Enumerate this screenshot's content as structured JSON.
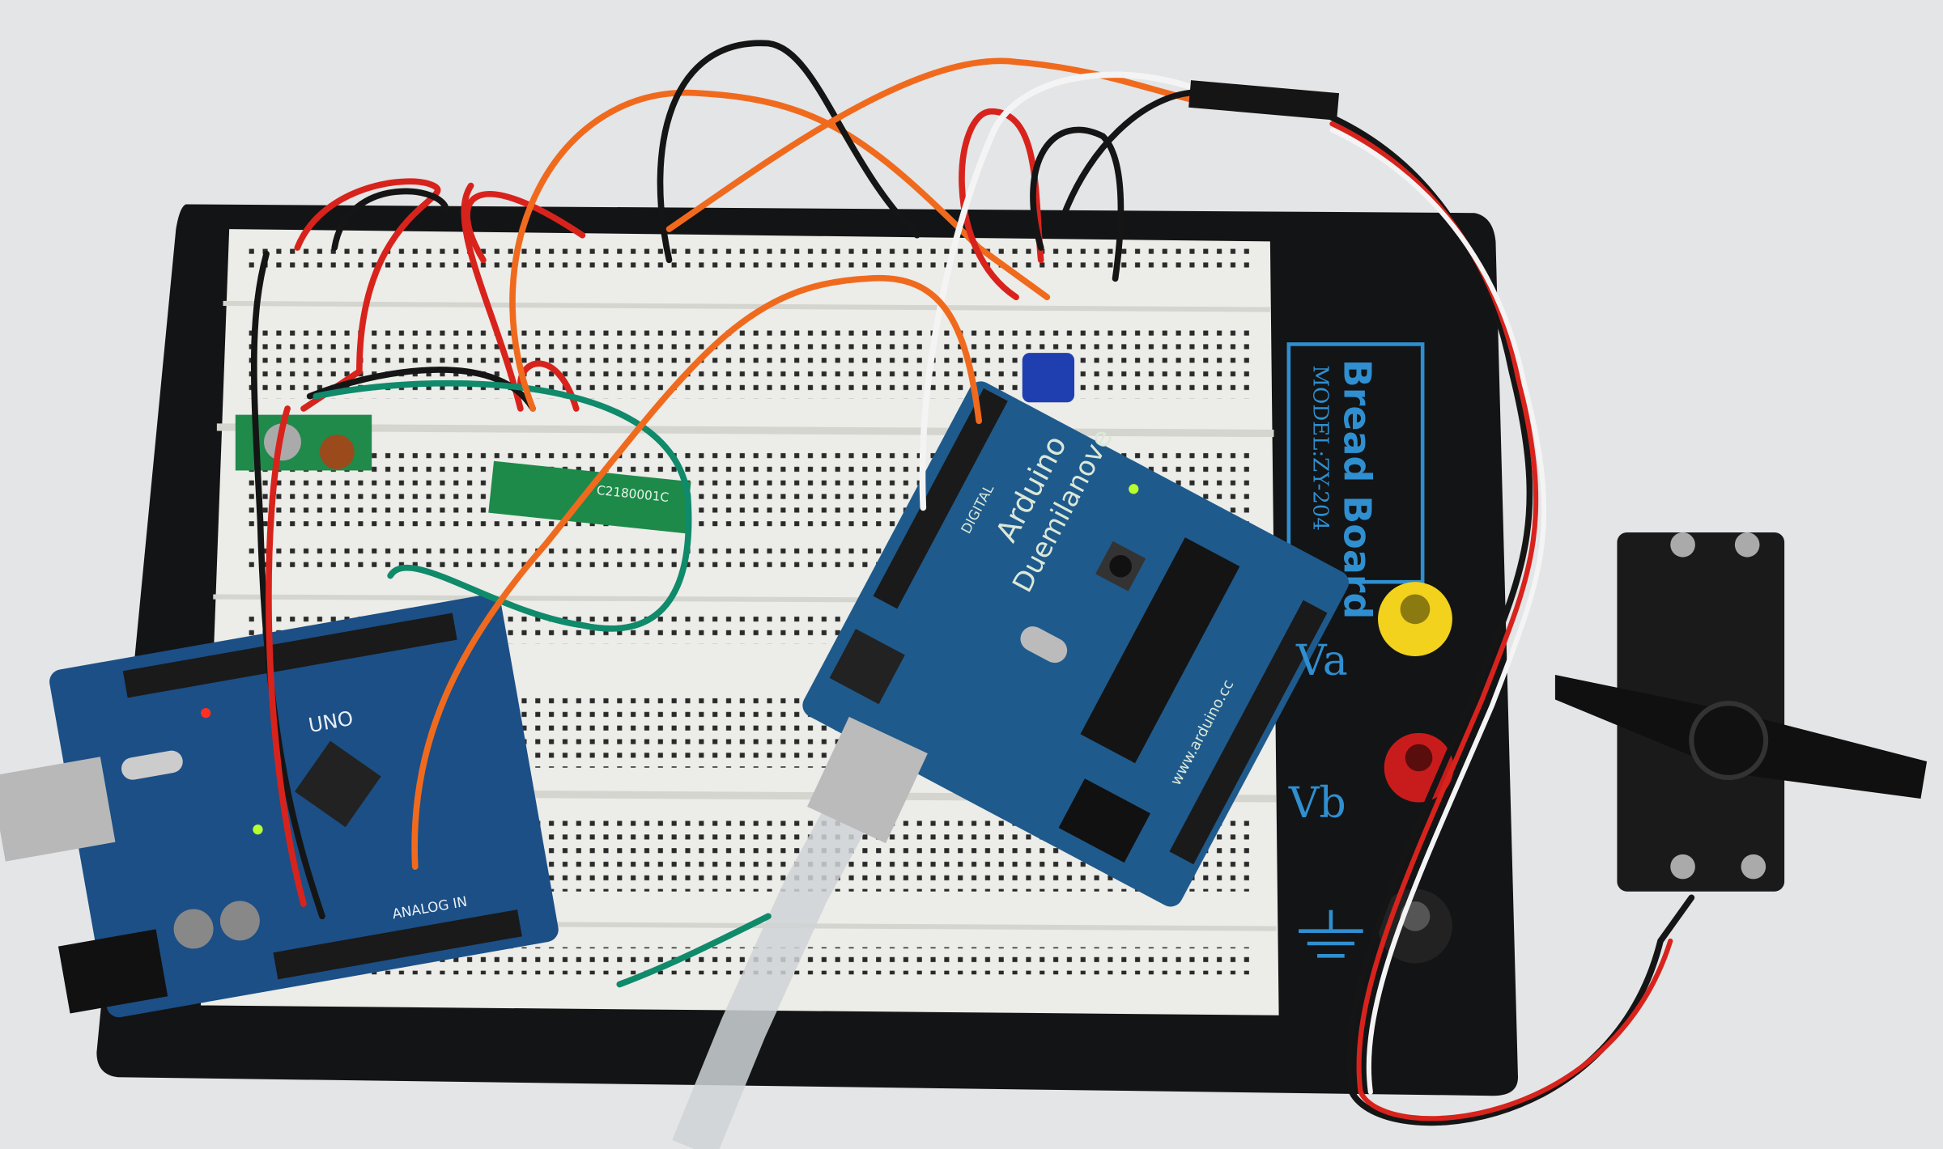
{
  "breadboard": {
    "brand": "Bread Board",
    "model": "MODEL:ZY-204",
    "terminal_a": "Va",
    "terminal_b": "Vb",
    "colors": {
      "base": "#121314",
      "board": "#eeeeea",
      "label": "#2f8fd0"
    }
  },
  "uno_board": {
    "name": "UNO",
    "analog_label": "ANALOG IN",
    "color": "#1b4f86"
  },
  "duemilanove_board": {
    "brand": "Arduino",
    "model": "Duemilanove",
    "url": "www.arduino.cc",
    "digital_label": "DIGITAL",
    "color": "#1f5a8c"
  },
  "rf_module": {
    "code": "C2180001C"
  },
  "terminals": [
    {
      "name": "Va",
      "color": "#f2d21c"
    },
    {
      "name": "Vb",
      "color": "#c81c1c"
    },
    {
      "name": "ground",
      "color": "#1a1a1a"
    }
  ],
  "wire_colors": {
    "orange": "#f06a1e",
    "red": "#d8231c",
    "black": "#151515",
    "white": "#f4f4f4",
    "green": "#0f8a6a"
  }
}
